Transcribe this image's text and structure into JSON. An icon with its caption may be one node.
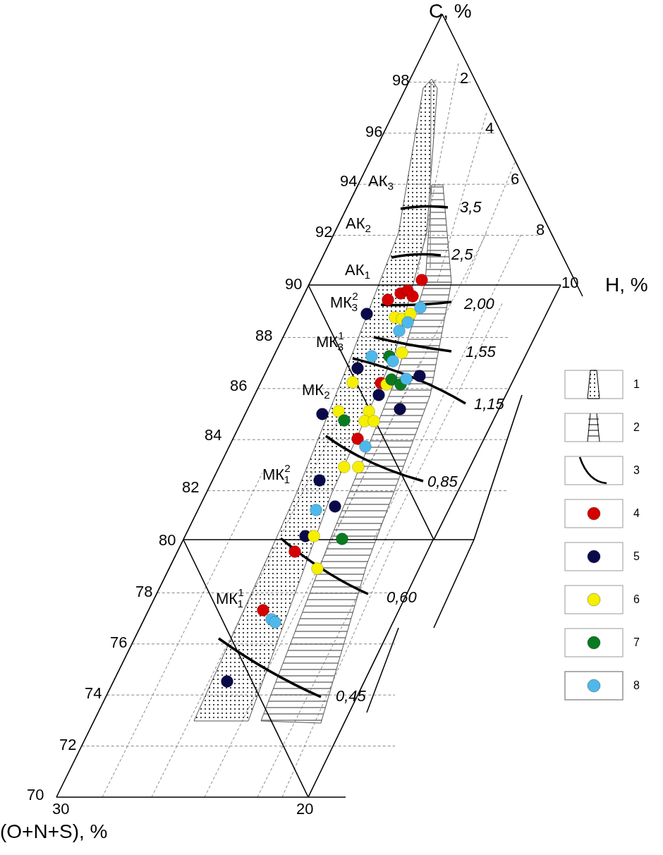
{
  "diagram": {
    "labels": [
      "C, %",
      "98",
      "2",
      "96",
      "4",
      "94",
      "АК$_{3}$",
      "6",
      "3,5",
      "92",
      "АК$_{2}$",
      "8",
      "2,5",
      "АК$_{1}$",
      "90",
      "10",
      "H, %",
      "МК$^{2}$$_{3}$",
      "2,00",
      "88",
      "МК$^{1}$$_{3}$",
      "1,55",
      "86",
      "МК$_{2}$",
      "1,15",
      "84",
      "МК$^{2}$$_{1}$",
      "82",
      "0,85",
      "80",
      "МК$^{1}$$_{1}$",
      "78",
      "0,60",
      "76",
      "74",
      "0,45",
      "72",
      "70",
      "30",
      "20",
      "(O+N+S), %"
    ],
    "legend": [
      {
        "text": "1"
      },
      {
        "text": "2"
      },
      {
        "text": "3"
      },
      {
        "text": "4",
        "color": "#d40000"
      },
      {
        "text": "5",
        "color": "#0a0a4a"
      },
      {
        "text": "6",
        "color": "#f5ef00"
      },
      {
        "text": "7",
        "color": "#0a7a20"
      },
      {
        "text": "8",
        "color": "#4fb8ea"
      }
    ]
  }
}
